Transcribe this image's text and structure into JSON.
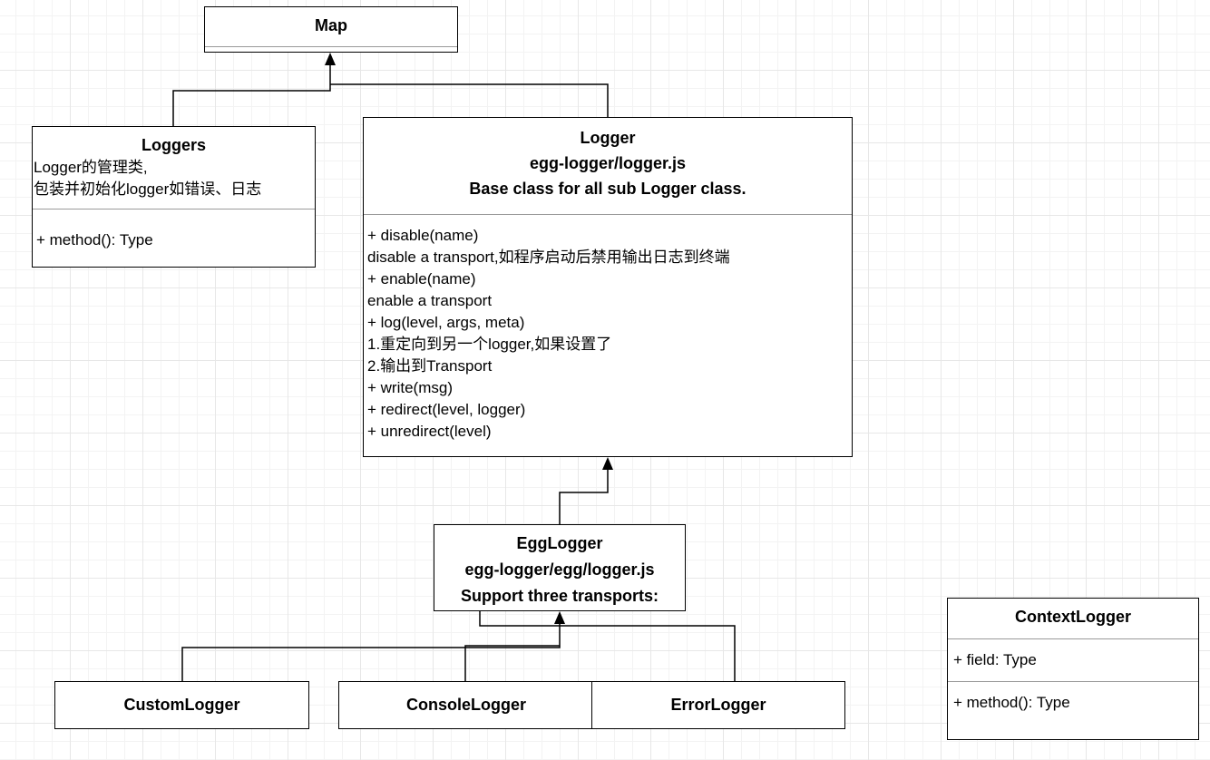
{
  "classes": {
    "map": {
      "name": "Map"
    },
    "loggers": {
      "name": "Loggers",
      "description": [
        "Logger的管理类,",
        "包装并初始化logger如错误、日志"
      ],
      "operations": [
        "+ method(): Type"
      ]
    },
    "logger": {
      "name": "Logger",
      "file": "egg-logger/logger.js",
      "note": "Base class for all sub Logger class.",
      "operations": [
        "+ disable(name)",
        "disable a transport,如程序启动后禁用输出日志到终端",
        "+ enable(name)",
        "enable a transport",
        "+ log(level, args, meta)",
        "1.重定向到另一个logger,如果设置了",
        "2.输出到Transport",
        "+ write(msg)",
        "+ redirect(level, logger)",
        "+ unredirect(level)"
      ]
    },
    "egglogger": {
      "name": "EggLogger",
      "file": "egg-logger/egg/logger.js",
      "note": "Support three transports:"
    },
    "customlogger": {
      "name": "CustomLogger"
    },
    "consolelogger": {
      "name": "ConsoleLogger"
    },
    "errorlogger": {
      "name": "ErrorLogger"
    },
    "contextlogger": {
      "name": "ContextLogger",
      "fields": [
        "+ field: Type"
      ],
      "operations": [
        "+ method(): Type"
      ]
    }
  },
  "relations": [
    {
      "type": "inheritance",
      "from": "loggers",
      "to": "map"
    },
    {
      "type": "inheritance",
      "from": "logger",
      "to": "map"
    },
    {
      "type": "inheritance",
      "from": "egglogger",
      "to": "logger"
    },
    {
      "type": "inheritance",
      "from": "customlogger",
      "to": "egglogger"
    },
    {
      "type": "inheritance",
      "from": "consolelogger",
      "to": "egglogger"
    },
    {
      "type": "inheritance",
      "from": "errorlogger",
      "to": "egglogger"
    }
  ]
}
